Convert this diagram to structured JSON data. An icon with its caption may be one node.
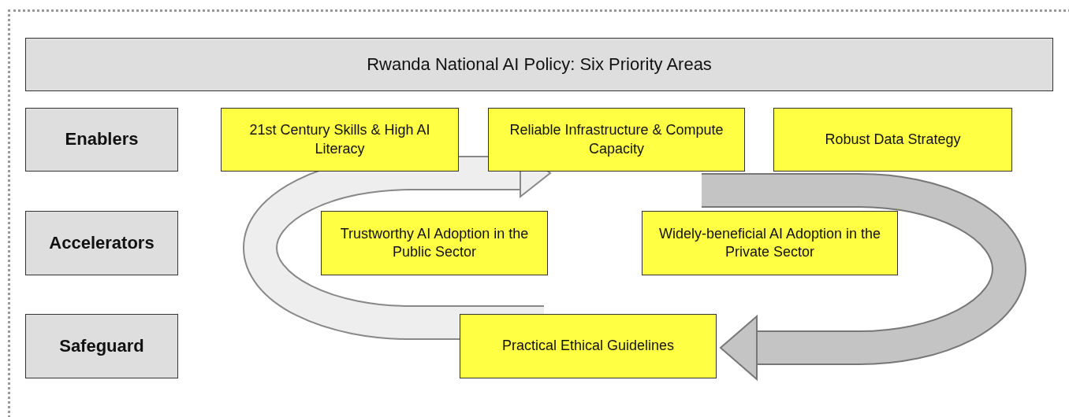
{
  "diagram": {
    "nodes": [
      {
        "text": [
          "Rwanda National AI Policy: Six Priority Areas"
        ]
      },
      {
        "text": [
          "Enablers"
        ]
      },
      {
        "text": [
          "21st Century Skills & High AI Literacy"
        ]
      },
      {
        "text": [
          "Reliable Infrastructure & Compute Capacity"
        ]
      },
      {
        "text": [
          "Robust Data Strategy"
        ]
      },
      {
        "text": [
          "Accelerators"
        ]
      },
      {
        "text": [
          "Trustworthy AI Adoption in the Public Sector"
        ]
      },
      {
        "text": [
          "Widely-beneficial AI Adoption in the Private Sector"
        ]
      },
      {
        "text": [
          "Safeguard"
        ]
      },
      {
        "text": [
          "Practical Ethical Guidelines"
        ]
      }
    ]
  }
}
